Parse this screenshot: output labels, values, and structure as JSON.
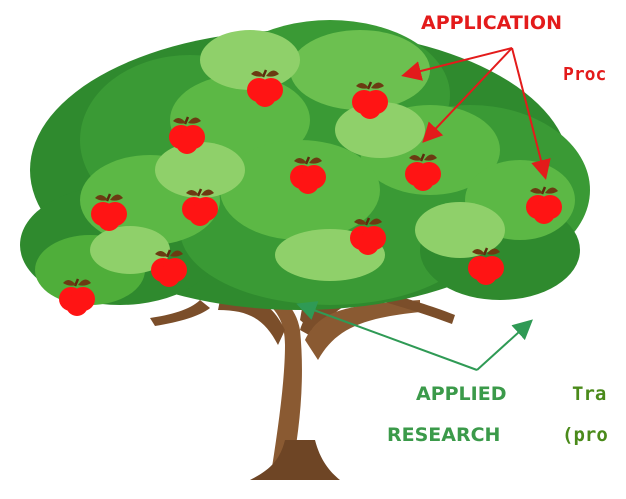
{
  "labels": {
    "application": "APPLICATION",
    "produce_partial": "Proc",
    "applied": "APPLIED",
    "research": "RESEARCH",
    "tr_partial": "Tra",
    "pr_partial": "(pro"
  },
  "colors": {
    "red_label": "#e31b1b",
    "green_label": "#3b9a4a",
    "olive_label": "#4a8a1a",
    "foliage_dark": "#2f8a2e",
    "foliage_mid": "#4fae3a",
    "foliage_light": "#8fd06a",
    "trunk": "#8a5a32",
    "apple": "#ff1414"
  },
  "icons": [
    "apple-icon",
    "tree-icon",
    "arrow-icon"
  ]
}
